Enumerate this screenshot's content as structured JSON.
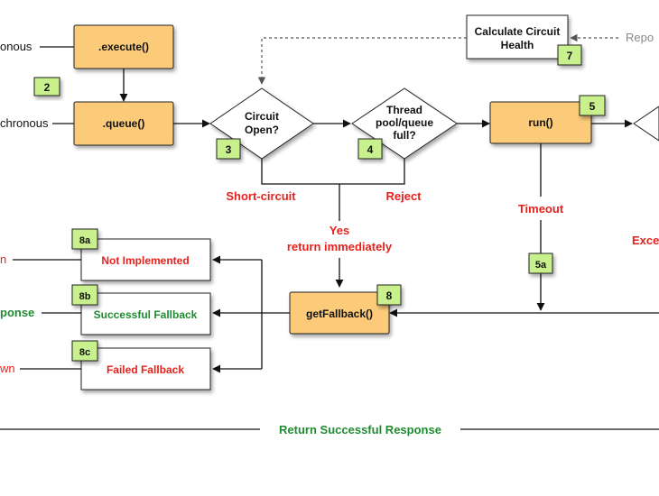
{
  "inputs": {
    "synchronous_label": "onous",
    "asynchronous_label": "chronous",
    "report_label": "Repo"
  },
  "nodes": {
    "execute": ".execute()",
    "queue": ".queue()",
    "circuit_open": [
      "Circuit",
      "Open?"
    ],
    "thread_pool": [
      "Thread",
      "pool/queue",
      "full?"
    ],
    "run": "run()",
    "health": [
      "Calculate Circuit",
      "Health"
    ],
    "get_fallback": "getFallback()",
    "not_implemented": "Not Implemented",
    "successful_fallback": "Successful Fallback",
    "failed_fallback": "Failed Fallback"
  },
  "badges": {
    "b2": "2",
    "b3": "3",
    "b4": "4",
    "b5": "5",
    "b5a": "5a",
    "b7": "7",
    "b8": "8",
    "b8a": "8a",
    "b8b": "8b",
    "b8c": "8c"
  },
  "edge_labels": {
    "short_circuit": "Short-circuit",
    "reject": "Reject",
    "yes": "Yes",
    "return_immediately": "return immediately",
    "timeout": "Timeout",
    "exception": "Exce",
    "left_n": "n",
    "left_response": "ponse",
    "left_wn": "wn",
    "return_successful_response": "Return Successful Response"
  },
  "colors": {
    "node_fill": "#FBCB7A",
    "badge_fill": "#C8F08C",
    "red": "#E8211D",
    "green": "#1E8C2E",
    "line": "#111111",
    "grey": "#888888"
  }
}
